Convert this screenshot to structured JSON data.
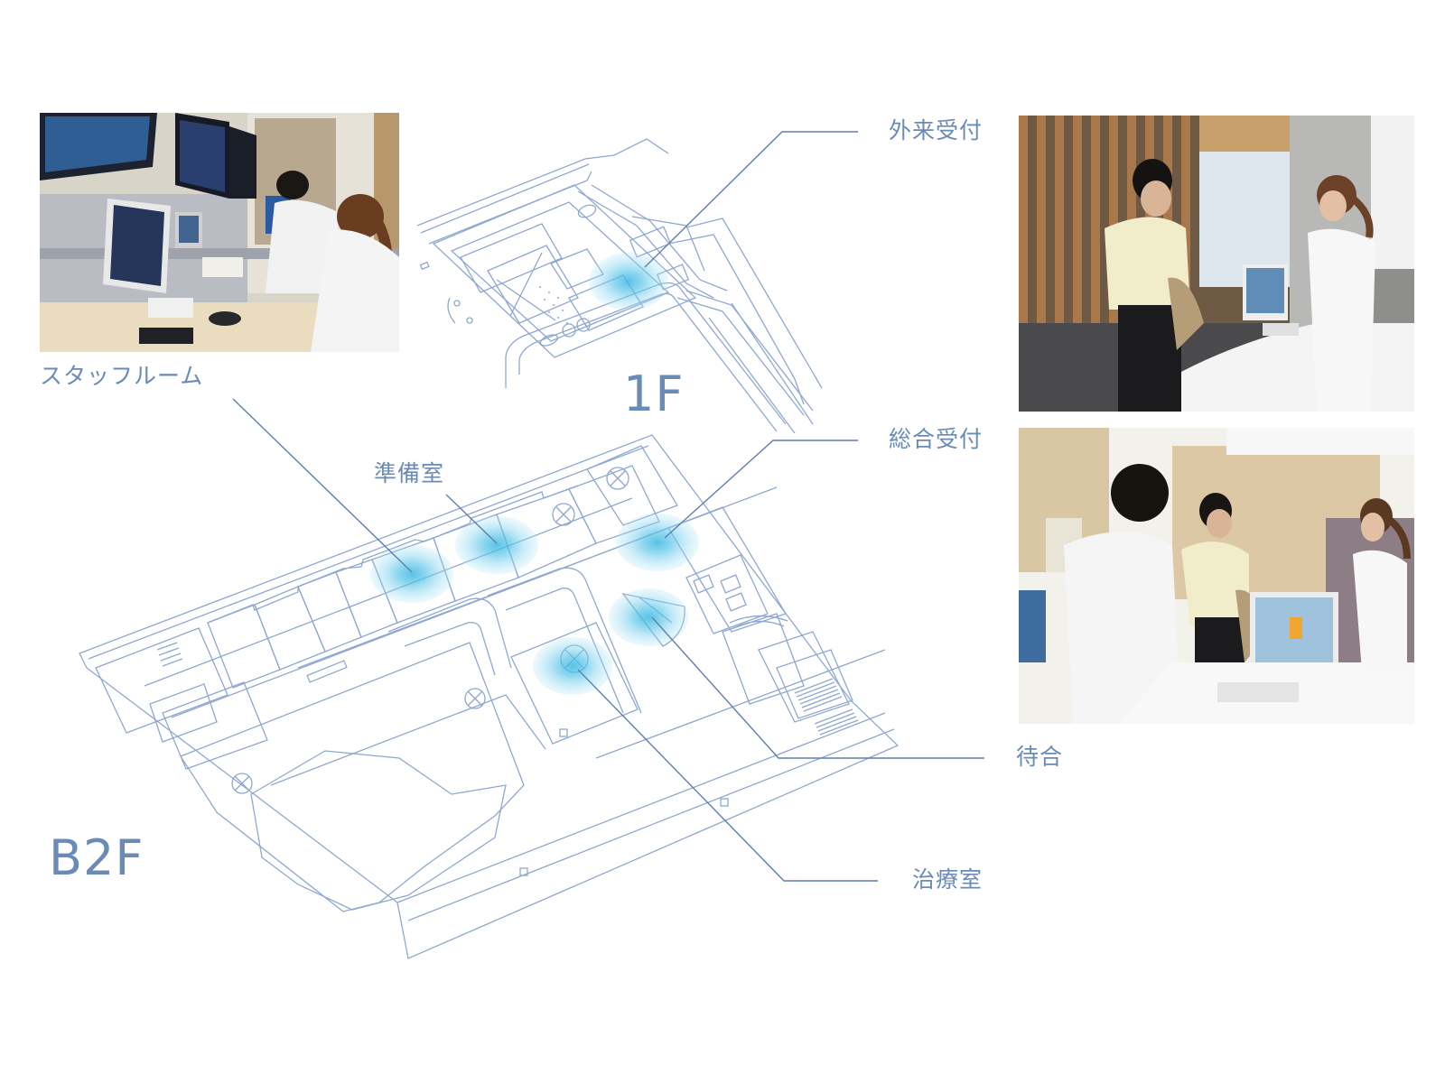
{
  "floors": {
    "upper": "1F",
    "lower": "B2F"
  },
  "labels": {
    "staff_room": "スタッフルーム",
    "outpatient_reception": "外来受付",
    "prep_room": "準備室",
    "general_reception": "総合受付",
    "waiting_area": "待合",
    "treatment_room": "治療室"
  },
  "photos": [
    {
      "id": "staff-room-photo",
      "subject": "Staff room with monitors, two staff at control desk"
    },
    {
      "id": "outpatient-reception-photo",
      "subject": "Patient at outpatient reception counter with nurse"
    },
    {
      "id": "general-reception-photo",
      "subject": "Staff and patient at general reception with monitor"
    }
  ],
  "colors": {
    "label_text": "#6a8bb6",
    "plan_line": "#8fa8cf",
    "leader_line": "#5f7fae",
    "hotspot": "#4fc3e6",
    "background": "#ffffff"
  },
  "hotspots": [
    {
      "name": "outpatient-reception-hotspot",
      "floor": "1F"
    },
    {
      "name": "staff-room-hotspot",
      "floor": "B2F"
    },
    {
      "name": "prep-room-hotspot",
      "floor": "B2F"
    },
    {
      "name": "general-reception-hotspot",
      "floor": "B2F"
    },
    {
      "name": "waiting-area-hotspot",
      "floor": "B2F"
    },
    {
      "name": "treatment-room-hotspot",
      "floor": "B2F"
    }
  ]
}
